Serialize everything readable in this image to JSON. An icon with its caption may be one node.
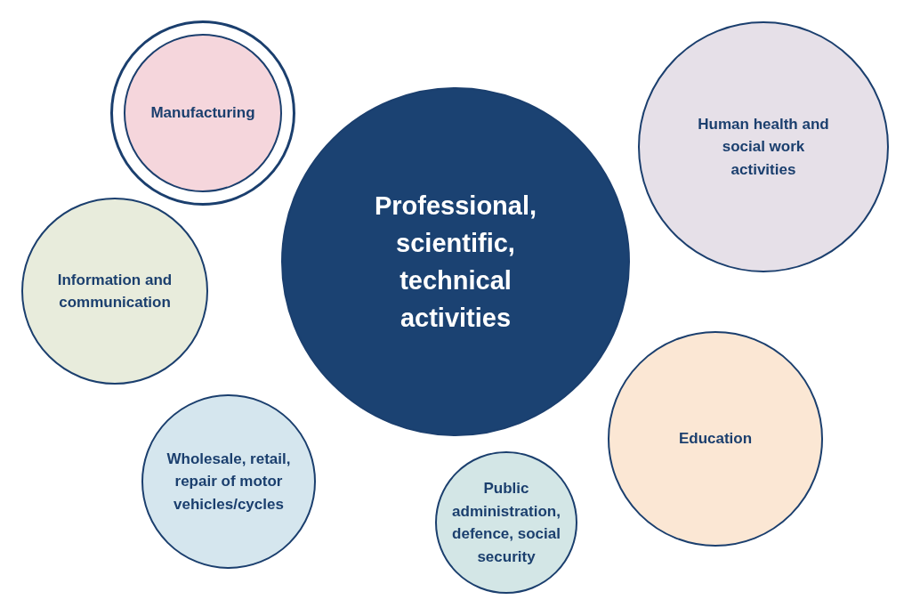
{
  "diagram": {
    "nodes": [
      {
        "text": [
          "Manufacturing"
        ]
      },
      {
        "text": [
          "Professional, scientific, technical activities"
        ]
      },
      {
        "text": [
          "Human health and social work activities"
        ]
      },
      {
        "text": [
          "Information and communication"
        ]
      },
      {
        "text": [
          "Education"
        ]
      },
      {
        "text": [
          "Wholesale, retail, repair of motor vehicles/cycles"
        ]
      },
      {
        "text": [
          "Public administration, defence, social security"
        ]
      }
    ]
  }
}
